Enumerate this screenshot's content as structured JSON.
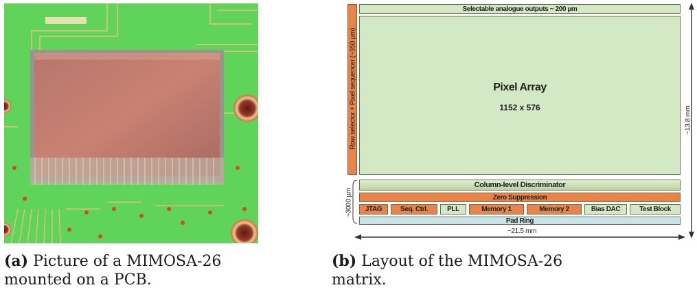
{
  "captions": {
    "a": {
      "label": "(a)",
      "line1": "Picture of a MIMOSA-26",
      "line2": "mounted on a PCB."
    },
    "b": {
      "label": "(b)",
      "line1": "Layout of the MIMOSA-26",
      "line2": "matrix."
    }
  },
  "layout": {
    "analogue_outputs": "Selectable analogue outputs ~ 200 µm",
    "row_selector": "Row selector + Pixel sequencer (~350 µm)",
    "pixel_array_title": "Pixel Array",
    "pixel_array_size": "1152 x 576",
    "height_dim": "~13.8 mm",
    "discriminator": "Column-level Discriminator",
    "zero_suppression": "Zero Suppression",
    "periphery_height": "~3000 µm",
    "blocks": [
      "JTAG",
      "Seq. Ctrl.",
      "PLL",
      "Memory 1",
      "Memory 2",
      "Bias DAC",
      "Test Block"
    ],
    "pad_ring": "Pad Ring",
    "width_dim": "~21.5 mm"
  },
  "colors": {
    "pcb": "#5fd35a",
    "chip": "#c07a6a",
    "green_block": "#d3e8c4",
    "orange_block": "#e8844a",
    "pad_ring": "#c6e4ea"
  }
}
